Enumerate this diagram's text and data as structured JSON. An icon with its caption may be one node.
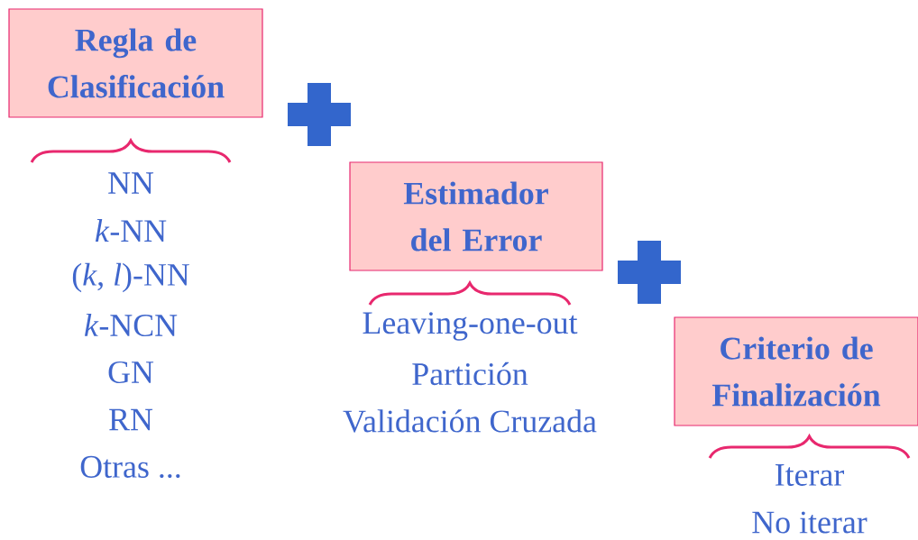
{
  "diagram": {
    "nodes": [
      {
        "text": [
          "Regla de Clasificación"
        ],
        "beside": [
          "NN",
          "*k*-NN",
          "(*k*, *l*)-NN",
          "*k*-NCN",
          "GN",
          "RN",
          "Otras ..."
        ]
      },
      {
        "text": [
          "Estimador del Error"
        ],
        "beside": [
          "Leaving-one-out",
          "Partición",
          "Validación Cruzada"
        ]
      },
      {
        "text": [
          "Criterio de Finalización"
        ],
        "beside": [
          "Iterar",
          "No iterar"
        ]
      }
    ]
  }
}
